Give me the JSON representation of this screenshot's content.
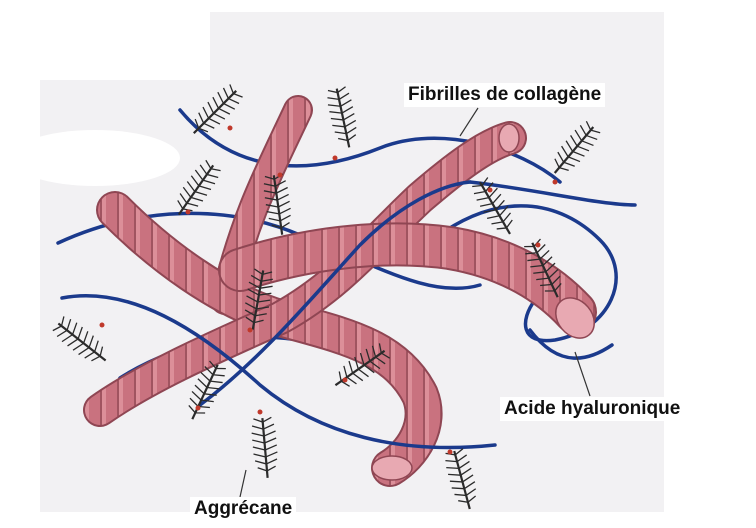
{
  "labels": {
    "collagen": "Fibrilles de collagène",
    "hyaluronic": "Acide hyaluronique",
    "aggrecan": "Aggrécane"
  },
  "colors": {
    "background": "#f2f1f3",
    "collagen_fill": "#c9727f",
    "collagen_light": "#dc8f99",
    "collagen_line": "#8f4653",
    "hyaluronic_acid": "#1b3a8c",
    "aggrecan": "#2b2b2b",
    "attachment": "#c0392b"
  }
}
